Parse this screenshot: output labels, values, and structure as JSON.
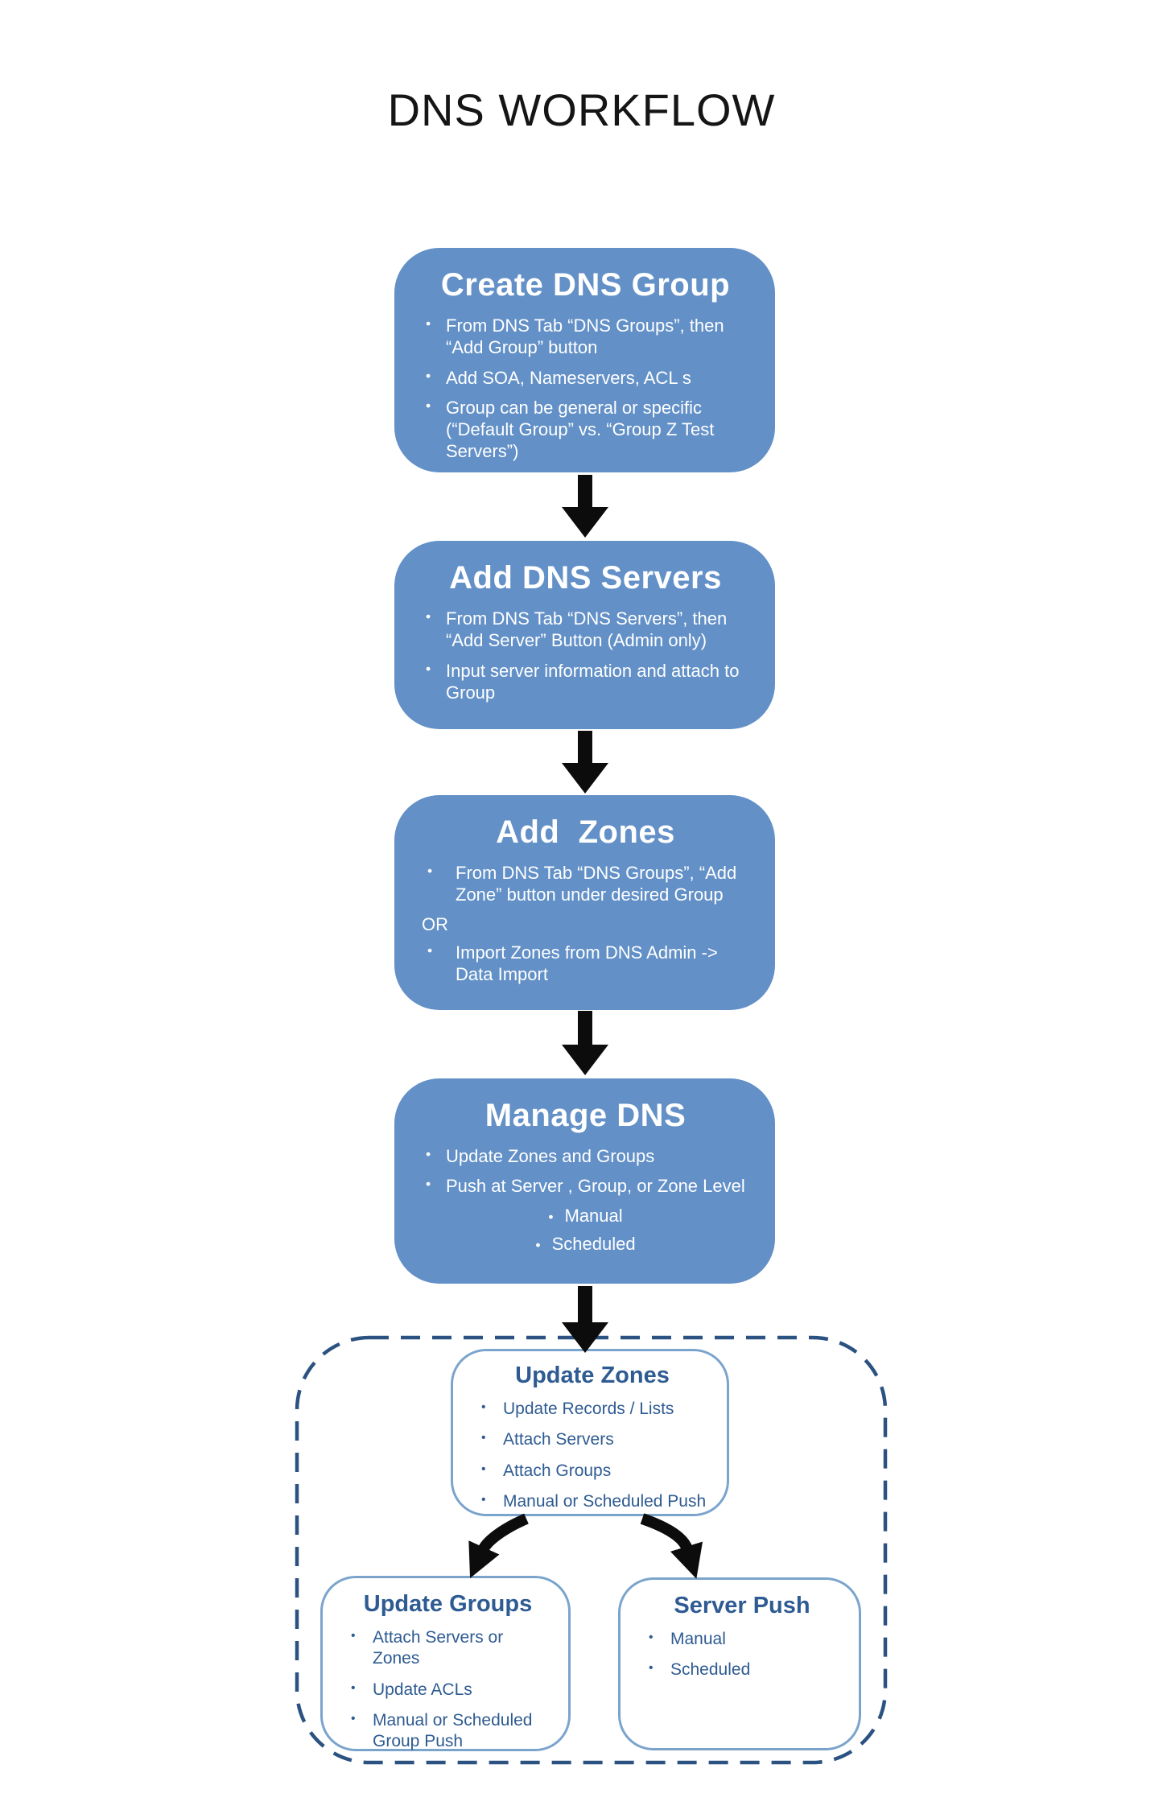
{
  "title": "DNS WORKFLOW",
  "colors": {
    "step_box_blue": "#6290C7",
    "detail_border_blue": "#7BA4CC",
    "detail_text_blue": "#2E5B92",
    "dashed_border_blue": "#2B5280",
    "arrow_black": "#0C0C0C"
  },
  "steps": {
    "create_group": {
      "title": "Create DNS Group",
      "bullets": [
        "From DNS Tab “DNS Groups”, then “Add Group” button",
        "Add SOA, Nameservers, ACL s",
        "Group can be general or specific (“Default Group” vs. “Group Z Test Servers”)"
      ]
    },
    "add_servers": {
      "title": "Add DNS Servers",
      "bullets": [
        "From DNS Tab “DNS Servers”, then “Add Server” Button (Admin only)",
        "Input server information and attach to Group"
      ]
    },
    "add_zones": {
      "title": "Add  Zones",
      "bullet1": "From DNS Tab “DNS Groups”, “Add Zone” button under desired Group",
      "or_label": "OR",
      "bullet2": "Import Zones from DNS Admin -> Data Import"
    },
    "manage_dns": {
      "title": "Manage DNS",
      "bullets": [
        "Update Zones and Groups",
        "Push at Server , Group, or Zone Level"
      ],
      "sub_bullets": [
        "Manual",
        "Scheduled"
      ]
    },
    "update_zones": {
      "title": "Update Zones",
      "bullets": [
        "Update Records / Lists",
        "Attach Servers",
        "Attach Groups",
        "Manual or Scheduled Push"
      ]
    },
    "update_groups": {
      "title": "Update Groups",
      "bullets": [
        "Attach Servers or Zones",
        "Update ACLs",
        "Manual or Scheduled Group Push"
      ]
    },
    "server_push": {
      "title": "Server Push",
      "bullets": [
        "Manual",
        "Scheduled"
      ]
    }
  }
}
